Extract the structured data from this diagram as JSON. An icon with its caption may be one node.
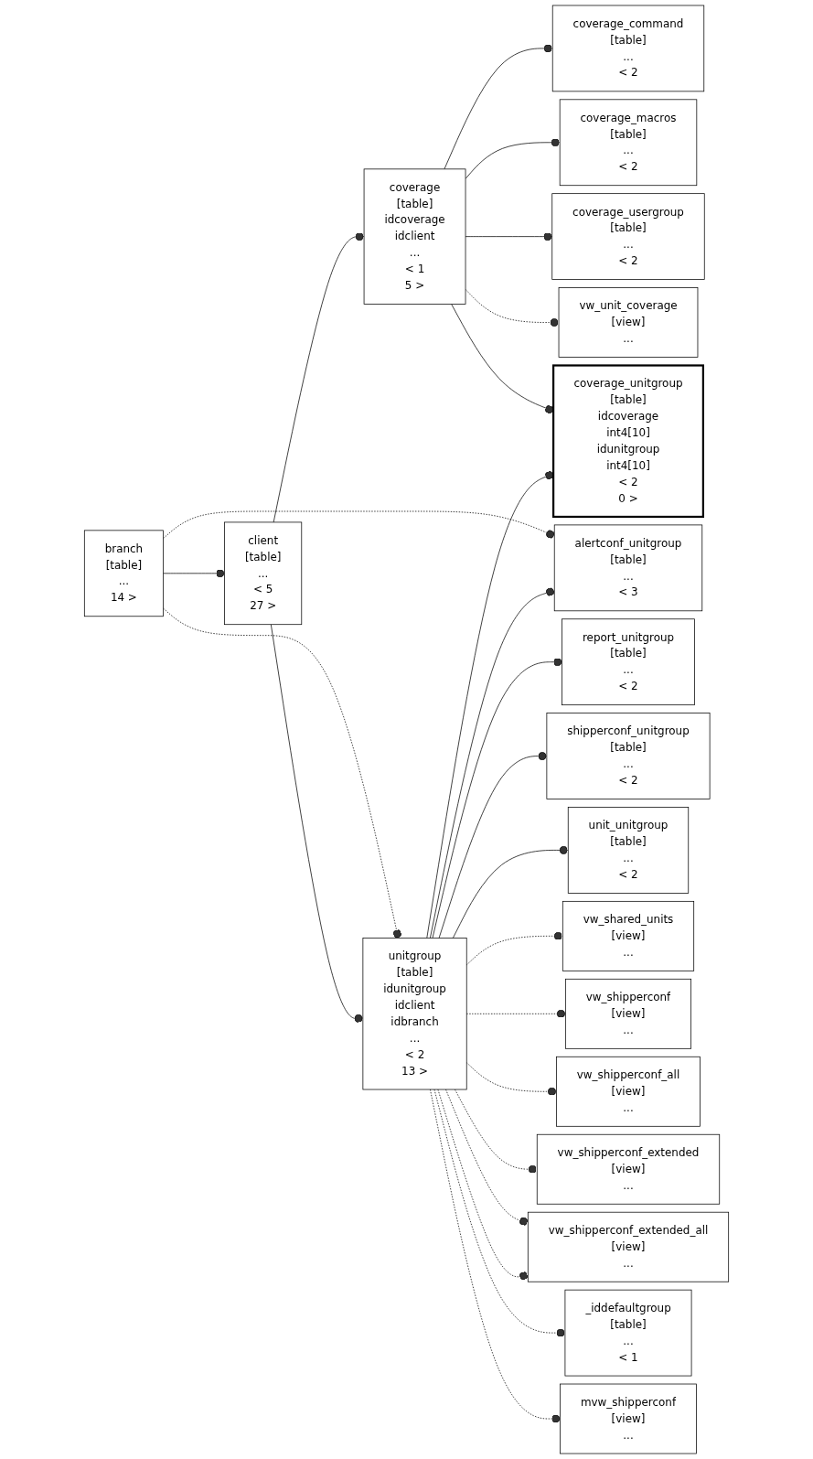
{
  "diagram": {
    "nodes": [
      {
        "text": [
          "branch",
          "[table]",
          "...",
          "14 >"
        ]
      },
      {
        "text": [
          "client",
          "[table]",
          "...",
          "< 5",
          "27 >"
        ]
      },
      {
        "text": [
          "coverage",
          "[table]",
          "idcoverage",
          "idclient",
          "...",
          "< 1",
          "5 >"
        ]
      },
      {
        "text": [
          "unitgroup",
          "[table]",
          "idunitgroup",
          "idclient",
          "idbranch",
          "...",
          "< 2",
          "13 >"
        ]
      },
      {
        "text": [
          "coverage_command",
          "[table]",
          "...",
          "< 2"
        ]
      },
      {
        "text": [
          "coverage_macros",
          "[table]",
          "...",
          "< 2"
        ]
      },
      {
        "text": [
          "coverage_usergroup",
          "[table]",
          "...",
          "< 2"
        ]
      },
      {
        "text": [
          "vw_unit_coverage",
          "[view]",
          "..."
        ]
      },
      {
        "text": [
          "coverage_unitgroup",
          "[table]",
          "idcoverage",
          "int4[10]",
          "idunitgroup",
          "int4[10]",
          "< 2",
          "0 >"
        ]
      },
      {
        "text": [
          "alertconf_unitgroup",
          "[table]",
          "...",
          "< 3"
        ]
      },
      {
        "text": [
          "report_unitgroup",
          "[table]",
          "...",
          "< 2"
        ]
      },
      {
        "text": [
          "shipperconf_unitgroup",
          "[table]",
          "...",
          "< 2"
        ]
      },
      {
        "text": [
          "unit_unitgroup",
          "[table]",
          "...",
          "< 2"
        ]
      },
      {
        "text": [
          "vw_shared_units",
          "[view]",
          "..."
        ]
      },
      {
        "text": [
          "vw_shipperconf",
          "[view]",
          "..."
        ]
      },
      {
        "text": [
          "vw_shipperconf_all",
          "[view]",
          "..."
        ]
      },
      {
        "text": [
          "vw_shipperconf_extended",
          "[view]",
          "..."
        ]
      },
      {
        "text": [
          "vw_shipperconf_extended_all",
          "[view]",
          "..."
        ]
      },
      {
        "text": [
          "_iddefaultgroup",
          "[table]",
          "...",
          "< 1"
        ]
      },
      {
        "text": [
          "mvw_shipperconf",
          "[view]",
          "..."
        ]
      }
    ],
    "edges": [
      {
        "from": 0,
        "to": 1,
        "arrow": "other"
      },
      {
        "from": 0,
        "to": 9,
        "arrow": "other",
        "style": "dashed"
      },
      {
        "from": 0,
        "to": 3,
        "arrow": "other",
        "style": "dashed"
      },
      {
        "from": 1,
        "to": 2,
        "arrow": "other"
      },
      {
        "from": 1,
        "to": 3,
        "arrow": "other"
      },
      {
        "from": 2,
        "to": 4,
        "arrow": "other"
      },
      {
        "from": 2,
        "to": 5,
        "arrow": "other"
      },
      {
        "from": 2,
        "to": 6,
        "arrow": "other"
      },
      {
        "from": 2,
        "to": 7,
        "arrow": "other",
        "style": "dashed"
      },
      {
        "from": 2,
        "to": 8,
        "arrow": "other"
      },
      {
        "from": 3,
        "to": 8,
        "arrow": "other"
      },
      {
        "from": 3,
        "to": 9,
        "arrow": "other"
      },
      {
        "from": 3,
        "to": 10,
        "arrow": "other"
      },
      {
        "from": 3,
        "to": 11,
        "arrow": "other"
      },
      {
        "from": 3,
        "to": 12,
        "arrow": "other"
      },
      {
        "from": 3,
        "to": 13,
        "arrow": "other",
        "style": "dashed"
      },
      {
        "from": 3,
        "to": 14,
        "arrow": "other",
        "style": "dashed"
      },
      {
        "from": 3,
        "to": 15,
        "arrow": "other",
        "style": "dashed"
      },
      {
        "from": 3,
        "to": 16,
        "arrow": "other",
        "style": "dashed"
      },
      {
        "from": 3,
        "to": 17,
        "arrow": "other",
        "style": "dashed"
      },
      {
        "from": 3,
        "to": 17,
        "arrow": "other",
        "style": "dashed"
      },
      {
        "from": 3,
        "to": 18,
        "arrow": "other",
        "style": "dashed"
      },
      {
        "from": 3,
        "to": 19,
        "arrow": "other",
        "style": "dashed"
      }
    ]
  }
}
